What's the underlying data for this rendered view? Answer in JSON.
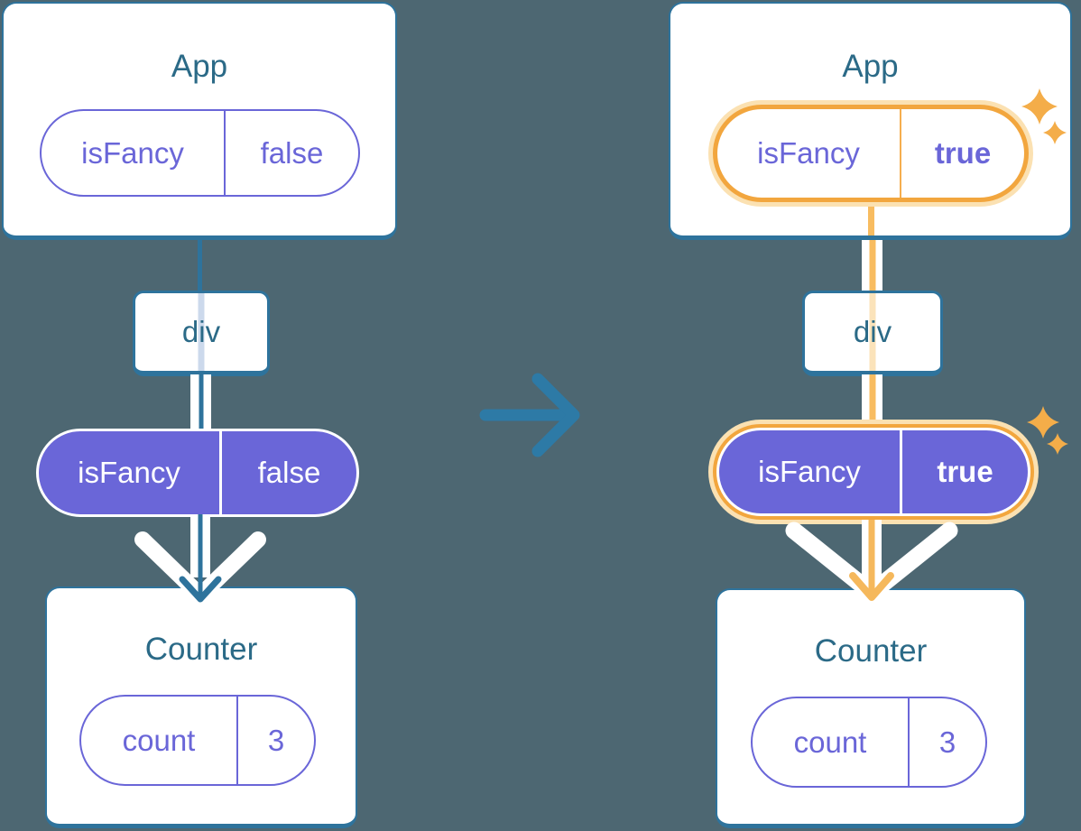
{
  "diagram": {
    "description": "React props flow diagram: App passes isFancy through div to Counter, before and after the value changes",
    "transition_arrow": "right-arrow"
  },
  "colors": {
    "background": "#4d6772",
    "card_border": "#2e739c",
    "title_text": "#2b6a87",
    "purple": "#6a66d8",
    "line_teal": "#2e739c",
    "orange_border": "#f2a63e",
    "orange_glow": "#fbe1b2",
    "orange_line": "#f8bc60",
    "sparkle": "#f4ad49",
    "white": "#ffffff"
  },
  "before": {
    "app": {
      "title": "App",
      "prop_name": "isFancy",
      "prop_value": "false"
    },
    "div": {
      "label": "div"
    },
    "passed_prop": {
      "name": "isFancy",
      "value": "false"
    },
    "counter": {
      "title": "Counter",
      "state_name": "count",
      "state_value": "3"
    }
  },
  "after": {
    "app": {
      "title": "App",
      "prop_name": "isFancy",
      "prop_value": "true"
    },
    "div": {
      "label": "div"
    },
    "passed_prop": {
      "name": "isFancy",
      "value": "true"
    },
    "counter": {
      "title": "Counter",
      "state_name": "count",
      "state_value": "3"
    }
  }
}
